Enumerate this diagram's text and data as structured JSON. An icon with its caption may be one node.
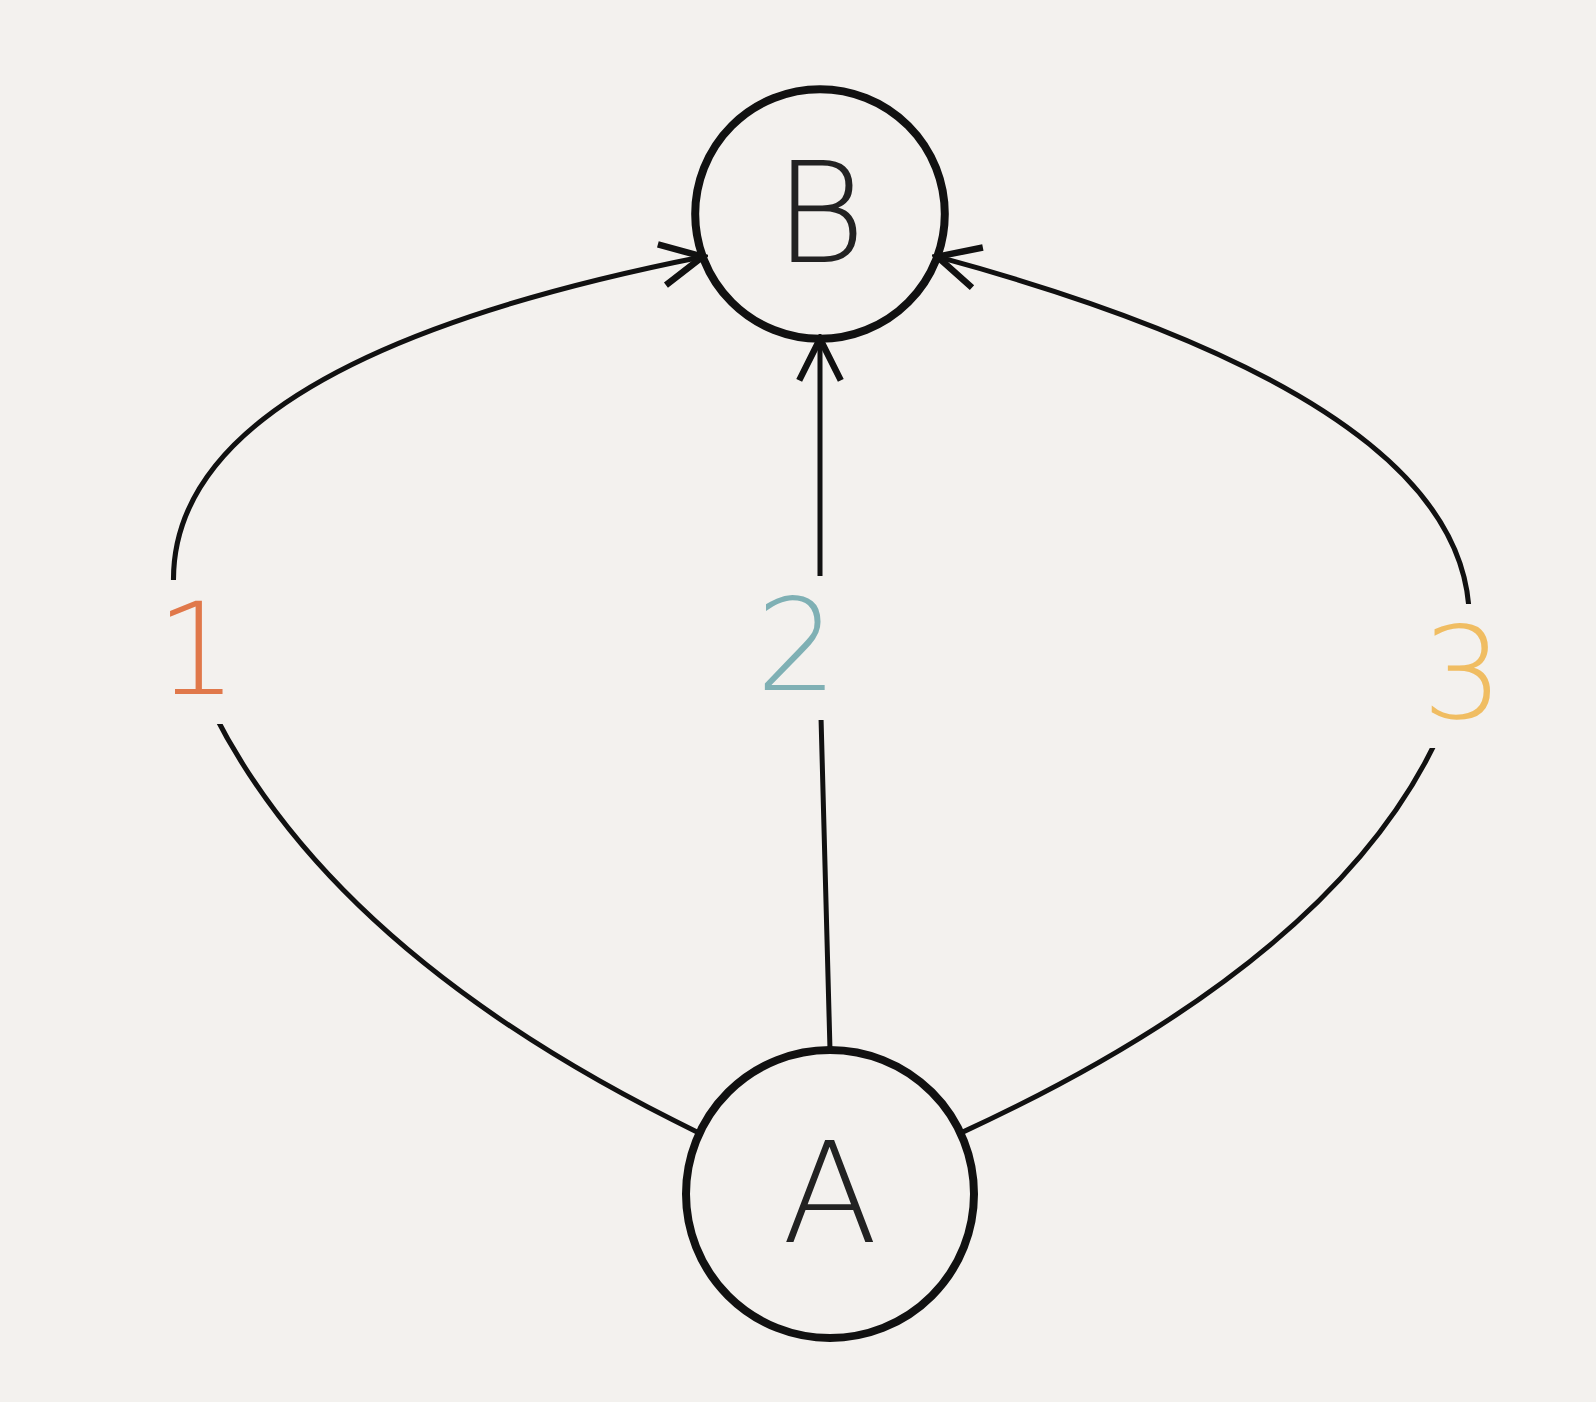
{
  "diagram": {
    "nodes": [
      {
        "text": [
          "B"
        ]
      },
      {
        "text": [
          "A"
        ]
      }
    ],
    "edges": [
      {
        "from": 1,
        "to": 0,
        "arrow": "to",
        "label": "1"
      },
      {
        "from": 1,
        "to": 0,
        "arrow": "to",
        "label": "2"
      },
      {
        "from": 1,
        "to": 0,
        "arrow": "to",
        "label": "3"
      }
    ]
  }
}
